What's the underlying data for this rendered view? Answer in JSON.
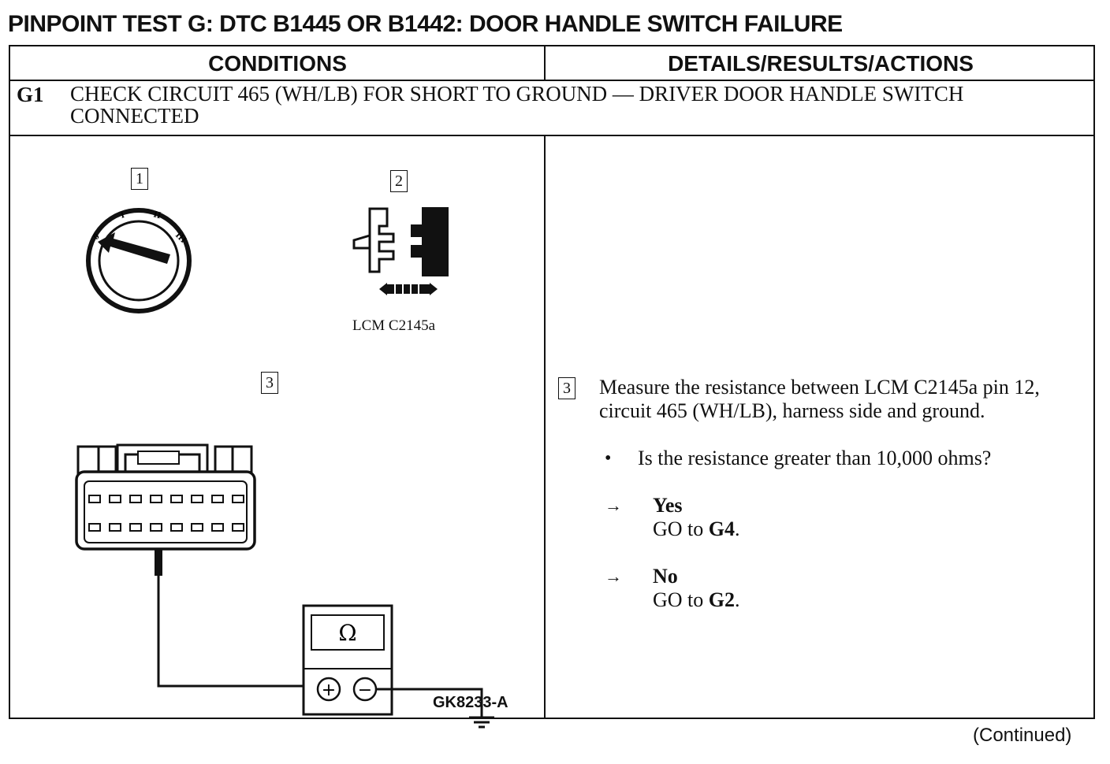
{
  "title": "PINPOINT TEST G: DTC B1445 OR B1442: DOOR HANDLE SWITCH FAILURE",
  "table": {
    "headers": {
      "left": "CONDITIONS",
      "right": "DETAILS/RESULTS/ACTIONS"
    },
    "step": {
      "number": "G1",
      "title": "CHECK CIRCUIT 465 (WH/LB) FOR SHORT TO GROUND — DRIVER DOOR HANDLE SWITCH CONNECTED"
    },
    "figure": {
      "box_labels": [
        "1",
        "2",
        "3"
      ],
      "connector_label": "LCM C2145a",
      "meter_symbol": "Ω",
      "meter_plus": "+",
      "meter_minus": "−",
      "ignition_marks": [
        "0",
        "I",
        "II",
        "III"
      ],
      "figure_id": "GK8233-A"
    },
    "details": {
      "step_box": "3",
      "instruction": "Measure the resistance between LCM C2145a pin 12, circuit 465 (WH/LB), harness side and ground.",
      "bullet": "•",
      "question": "Is the resistance greater than 10,000 ohms?",
      "arrow": "→",
      "answers": [
        {
          "label": "Yes",
          "action_prefix": "GO to ",
          "action_target": "G4",
          "action_suffix": "."
        },
        {
          "label": "No",
          "action_prefix": "GO to ",
          "action_target": "G2",
          "action_suffix": "."
        }
      ]
    }
  },
  "footer": {
    "continued": "(Continued)"
  }
}
